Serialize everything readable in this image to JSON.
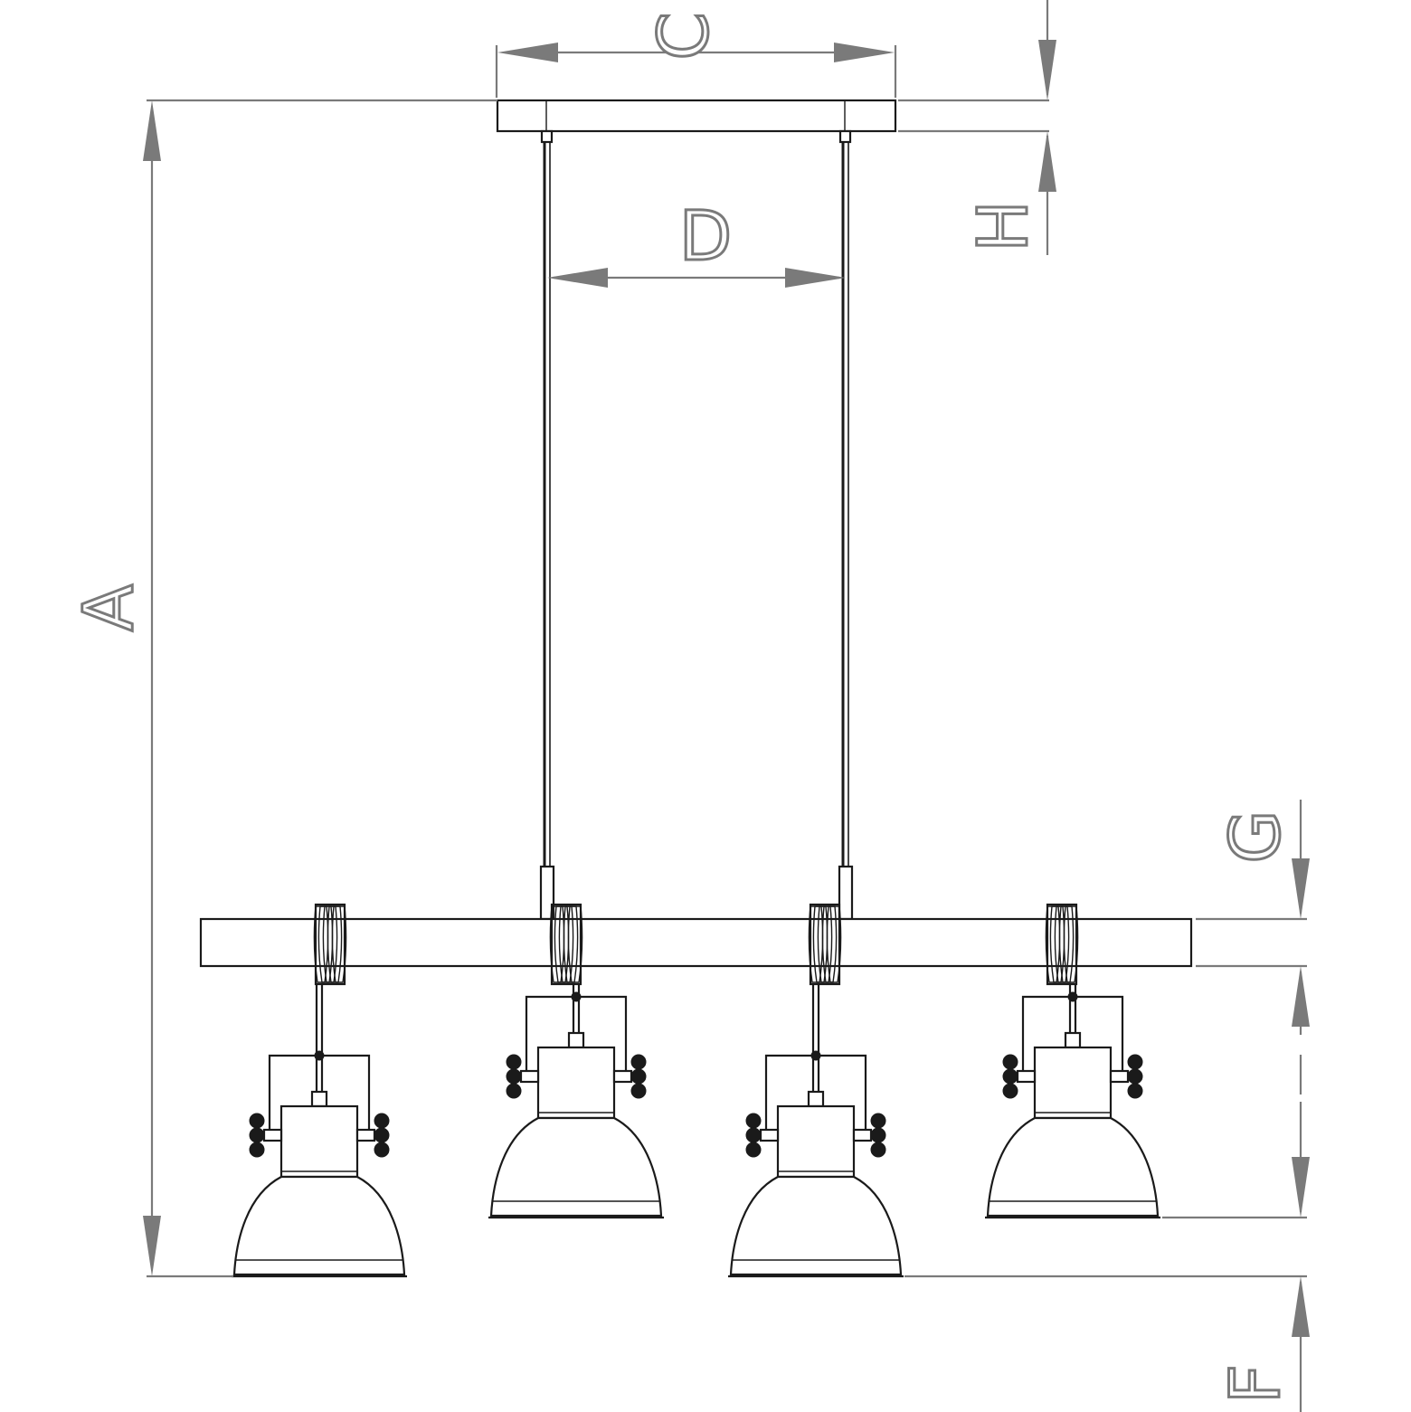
{
  "dimension_labels": {
    "A": "A",
    "C": "C",
    "D": "D",
    "F": "F",
    "G": "G",
    "H": "H"
  },
  "colors": {
    "line": "#1a1a1a",
    "dimension": "#7a7a7a",
    "background": "#ffffff"
  }
}
